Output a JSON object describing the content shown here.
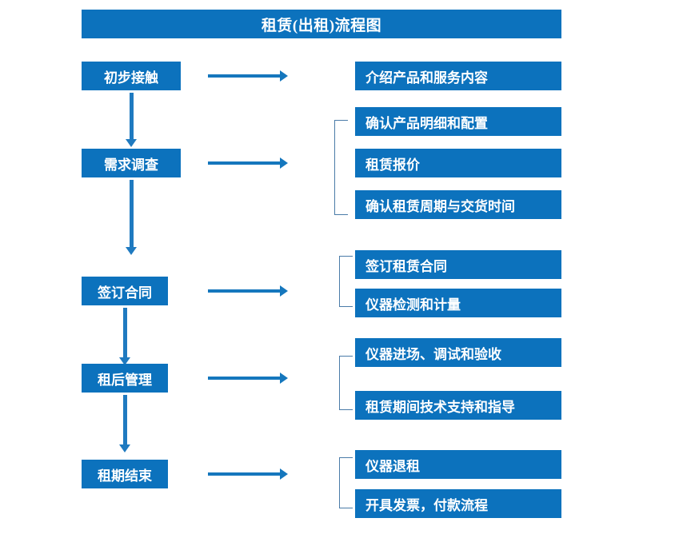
{
  "diagram": {
    "title": "租赁(出租)流程图",
    "colors": {
      "box_blue": "#0c72bd",
      "arrow_blue": "#1577bd",
      "bracket_blue": "#4a7ba8",
      "text_white": "#ffffff",
      "background": "#ffffff"
    },
    "stages": [
      {
        "label": "初步接触",
        "details": [
          "介绍产品和服务内容"
        ]
      },
      {
        "label": "需求调查",
        "details": [
          "确认产品明细和配置",
          "租赁报价",
          "确认租赁周期与交货时间"
        ]
      },
      {
        "label": "签订合同",
        "details": [
          "签订租赁合同",
          "仪器检测和计量"
        ]
      },
      {
        "label": "租后管理",
        "details": [
          "仪器进场、调试和验收",
          "租赁期间技术支持和指导"
        ]
      },
      {
        "label": "租期结束",
        "details": [
          "仪器退租",
          "开具发票，付款流程"
        ]
      }
    ]
  }
}
